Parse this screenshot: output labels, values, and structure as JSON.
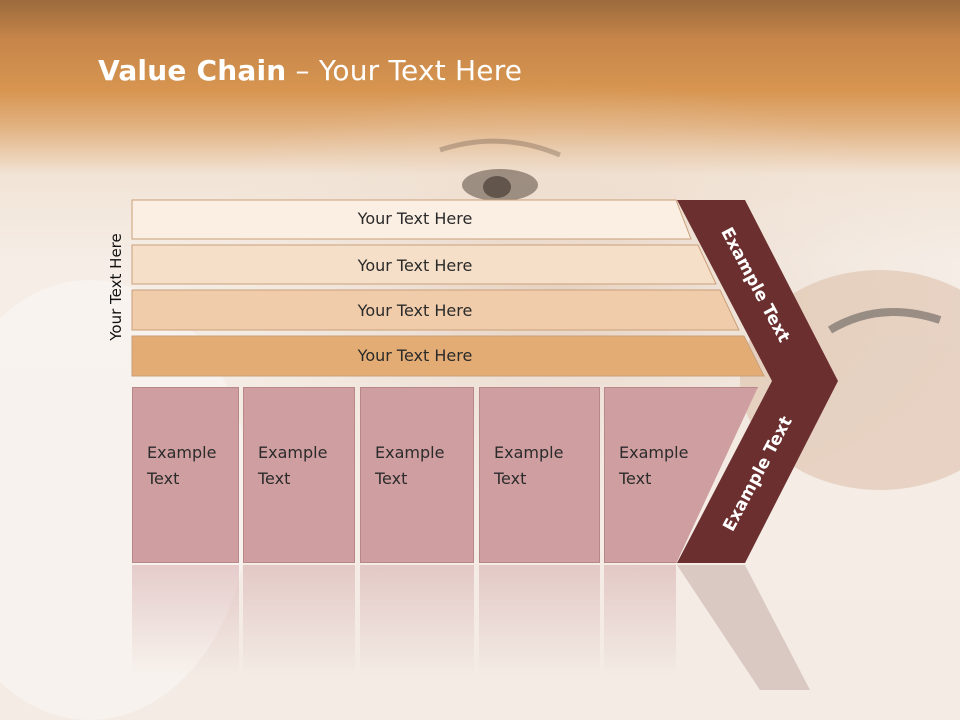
{
  "title": {
    "bold": "Value Chain",
    "rest": " – Your Text Here"
  },
  "side_label": "Your Text Here",
  "rows": [
    {
      "label": "Your Text Here",
      "color": "#fbeee2"
    },
    {
      "label": "Your Text Here",
      "color": "#f5dfc8"
    },
    {
      "label": "Your Text Here",
      "color": "#f0ccaa"
    },
    {
      "label": "Your Text Here",
      "color": "#e3ac74"
    }
  ],
  "boxes": [
    {
      "line1": "Example",
      "line2": "Text"
    },
    {
      "line1": "Example",
      "line2": "Text"
    },
    {
      "line1": "Example",
      "line2": "Text"
    },
    {
      "line1": "Example",
      "line2": "Text"
    },
    {
      "line1": "Example",
      "line2": "Text"
    }
  ],
  "chevron": {
    "upper": "Example Text",
    "lower": "Example Text",
    "color": "#6b2f2f"
  },
  "colors": {
    "box": "#cf9ea0",
    "title_bar": "#d79550"
  }
}
